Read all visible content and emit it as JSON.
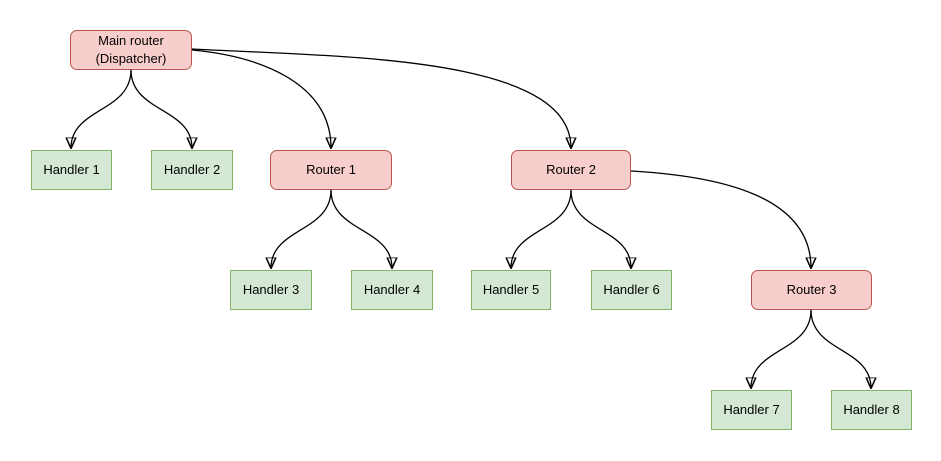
{
  "diagram": {
    "nodes": {
      "main_router": {
        "label": "Main router\n(Dispatcher)",
        "type": "router"
      },
      "handler1": {
        "label": "Handler 1",
        "type": "handler"
      },
      "handler2": {
        "label": "Handler 2",
        "type": "handler"
      },
      "router1": {
        "label": "Router 1",
        "type": "router"
      },
      "router2": {
        "label": "Router 2",
        "type": "router"
      },
      "handler3": {
        "label": "Handler 3",
        "type": "handler"
      },
      "handler4": {
        "label": "Handler 4",
        "type": "handler"
      },
      "handler5": {
        "label": "Handler 5",
        "type": "handler"
      },
      "handler6": {
        "label": "Handler 6",
        "type": "handler"
      },
      "router3": {
        "label": "Router 3",
        "type": "router"
      },
      "handler7": {
        "label": "Handler 7",
        "type": "handler"
      },
      "handler8": {
        "label": "Handler 8",
        "type": "handler"
      }
    },
    "edges": [
      {
        "from": "main_router",
        "to": "handler1"
      },
      {
        "from": "main_router",
        "to": "handler2"
      },
      {
        "from": "main_router",
        "to": "router1"
      },
      {
        "from": "main_router",
        "to": "router2"
      },
      {
        "from": "router1",
        "to": "handler3"
      },
      {
        "from": "router1",
        "to": "handler4"
      },
      {
        "from": "router2",
        "to": "handler5"
      },
      {
        "from": "router2",
        "to": "handler6"
      },
      {
        "from": "router2",
        "to": "router3"
      },
      {
        "from": "router3",
        "to": "handler7"
      },
      {
        "from": "router3",
        "to": "handler8"
      }
    ],
    "colors": {
      "router_fill": "#f8cecc",
      "router_border": "#b85450",
      "handler_fill": "#d5e8d4",
      "handler_border": "#82b366",
      "edge": "#000000",
      "background": "#ffffff"
    }
  }
}
